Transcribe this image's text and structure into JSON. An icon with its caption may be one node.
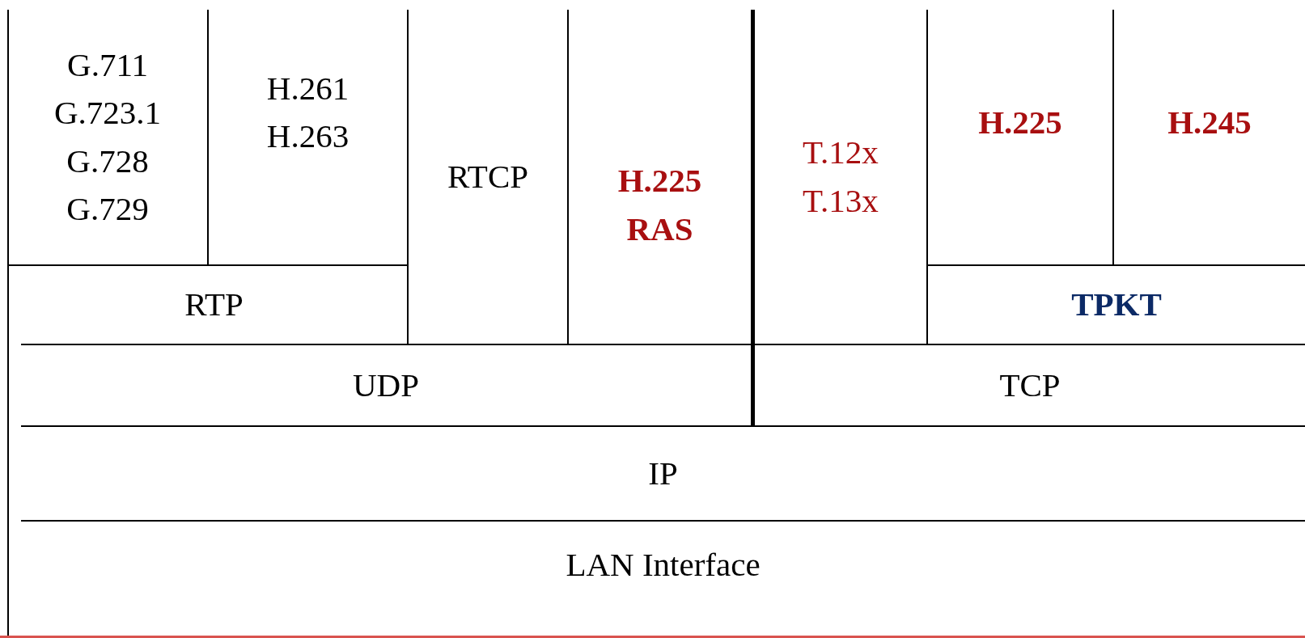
{
  "diagram": {
    "nodes": [
      {
        "text": [
          "G.711",
          "G.723.1",
          "G.728",
          "G.729"
        ]
      },
      {
        "text": [
          "H.261",
          "H.263"
        ]
      },
      {
        "text": [
          "RTP"
        ]
      },
      {
        "text": [
          "RTCP"
        ]
      },
      {
        "text": [
          "H.225",
          "RAS"
        ]
      },
      {
        "text": [
          "T.12x",
          "T.13x"
        ]
      },
      {
        "text": [
          "H.225"
        ]
      },
      {
        "text": [
          "H.245"
        ]
      },
      {
        "text": [
          "TPKT"
        ]
      },
      {
        "text": [
          "UDP"
        ]
      },
      {
        "text": [
          "TCP"
        ]
      },
      {
        "text": [
          "IP"
        ]
      },
      {
        "text": [
          "LAN Interface"
        ]
      }
    ]
  }
}
